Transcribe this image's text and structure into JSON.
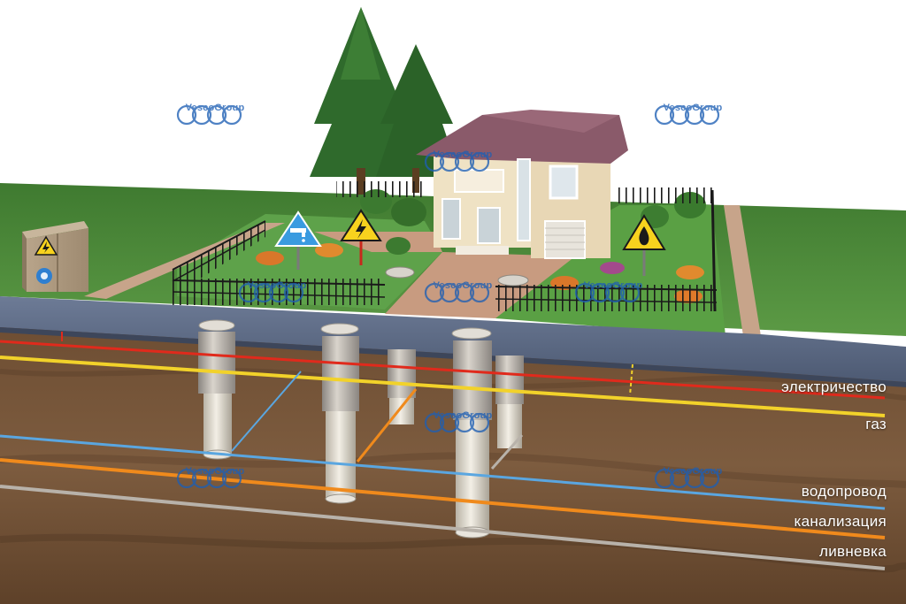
{
  "watermark": {
    "brand": "VescoGroup",
    "color": "#1e5fb4"
  },
  "utilities": [
    {
      "key": "electricity",
      "label": "электричество",
      "color": "#e02a1c"
    },
    {
      "key": "gas",
      "label": "газ",
      "color": "#f2d22a"
    },
    {
      "key": "water",
      "label": "водопровод",
      "color": "#5aa6e0"
    },
    {
      "key": "sewer",
      "label": "канализация",
      "color": "#f08a1c"
    },
    {
      "key": "storm",
      "label": "ливневка",
      "color": "#b8b2aa"
    }
  ],
  "signs": [
    {
      "name": "water-tap-sign",
      "icon": "water-tap-icon",
      "color": "#3a9be0"
    },
    {
      "name": "high-voltage-sign",
      "icon": "lightning-bolt-icon",
      "color": "#f7d21e"
    },
    {
      "name": "flammable-gas-sign",
      "icon": "flame-icon",
      "color": "#f7d21e"
    },
    {
      "name": "cabinet-voltage-sign",
      "icon": "lightning-bolt-icon",
      "color": "#f7d21e"
    }
  ],
  "colors": {
    "grass": "#4f8a3a",
    "road": "#5b6a85",
    "soil": "#7a5a3c",
    "house_wall": "#efe2c4",
    "roof": "#8a5a6a"
  }
}
